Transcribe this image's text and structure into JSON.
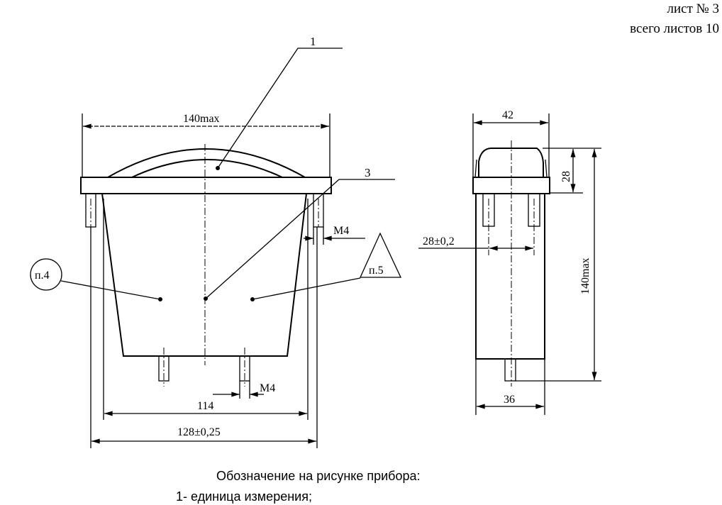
{
  "header": {
    "sheet": "лист № 3",
    "total_sheets": "всего листов 10"
  },
  "front_view": {
    "width_label": "140max",
    "callout_1": "1",
    "callout_3": "3",
    "thread_right": "M4",
    "thread_bottom": "M4",
    "dim_114": "114",
    "dim_128": "128±0,25",
    "note_circle": "п.4",
    "note_triangle": "п.5"
  },
  "side_view": {
    "width_top": "42",
    "height_cap": "28",
    "stud_spacing": "28±0,2",
    "height_total": "140max",
    "width_bottom": "36"
  },
  "caption": {
    "title": "Обозначение на рисунке прибора:",
    "item_1": "1- единица измерения;"
  }
}
